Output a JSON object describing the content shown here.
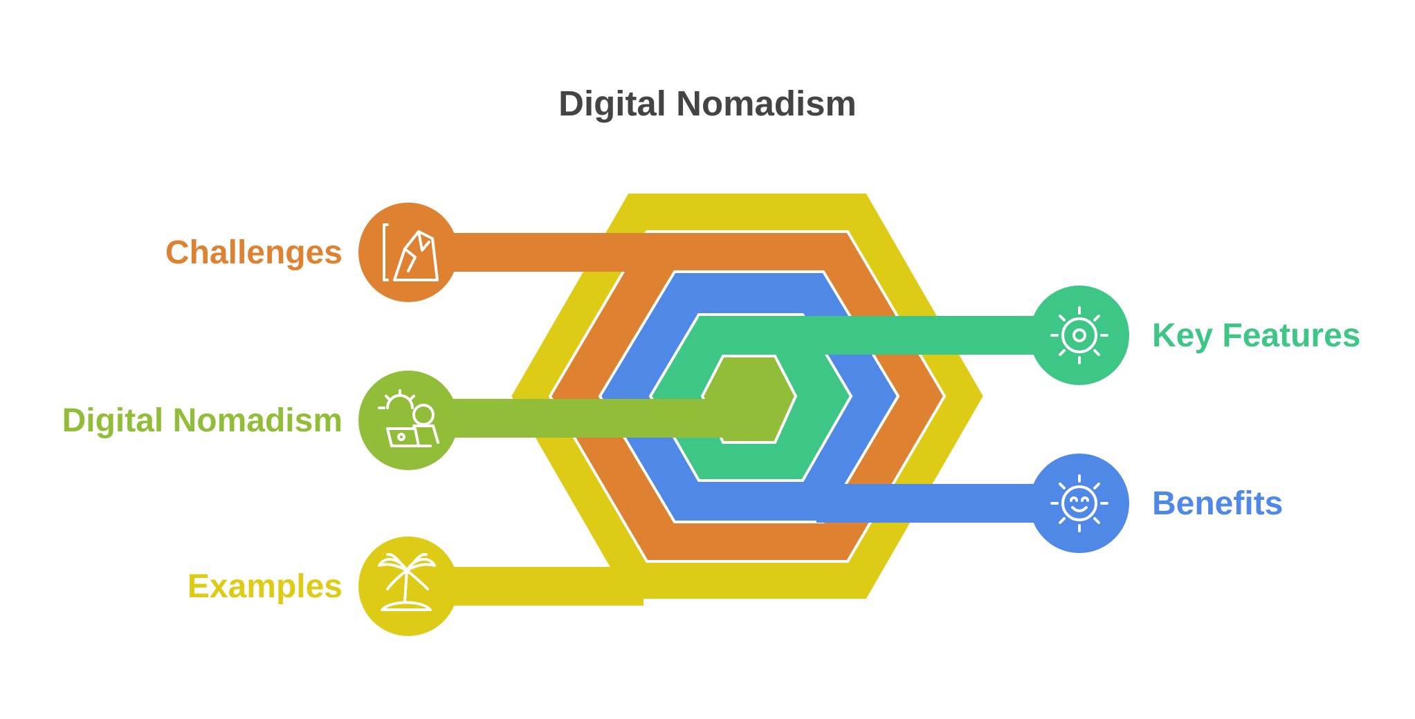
{
  "title": "Digital Nomadism",
  "colors": {
    "examples": "#DDCB16",
    "challenges": "#DE8231",
    "benefits": "#4F88E7",
    "key_features": "#3EC686",
    "digital_nomadism": "#92BD39",
    "title": "#444444",
    "outline": "#ffffff"
  },
  "items": [
    {
      "key": "challenges",
      "label": "Challenges",
      "icon": "cliff-icon",
      "side": "left"
    },
    {
      "key": "digital_nomadism",
      "label": "Digital Nomadism",
      "icon": "laptop-sun-icon",
      "side": "left"
    },
    {
      "key": "examples",
      "label": "Examples",
      "icon": "palm-island-icon",
      "side": "left"
    },
    {
      "key": "key_features",
      "label": "Key Features",
      "icon": "gear-sun-icon",
      "side": "right"
    },
    {
      "key": "benefits",
      "label": "Benefits",
      "icon": "smiling-sun-icon",
      "side": "right"
    }
  ]
}
